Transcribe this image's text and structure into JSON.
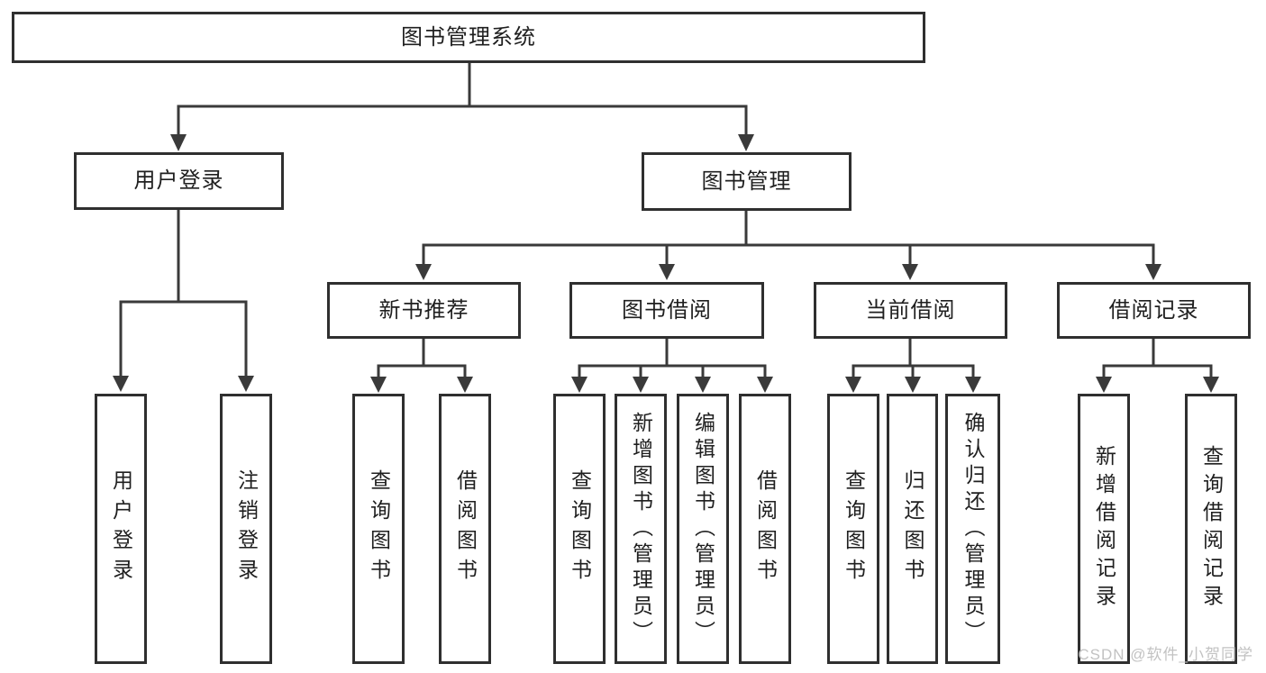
{
  "diagram_type": "tree",
  "tree": {
    "label": "图书管理系统",
    "children": [
      {
        "label": "用户登录",
        "children": [
          {
            "label": "用户登录"
          },
          {
            "label": "注销登录"
          }
        ]
      },
      {
        "label": "图书管理",
        "children": [
          {
            "label": "新书推荐",
            "children": [
              {
                "label": "查询图书"
              },
              {
                "label": "借阅图书"
              }
            ]
          },
          {
            "label": "图书借阅",
            "children": [
              {
                "label": "查询图书"
              },
              {
                "label": "新增图书（管理员）"
              },
              {
                "label": "编辑图书（管理员）"
              },
              {
                "label": "借阅图书"
              }
            ]
          },
          {
            "label": "当前借阅",
            "children": [
              {
                "label": "查询图书"
              },
              {
                "label": "归还图书"
              },
              {
                "label": "确认归还（管理员）"
              }
            ]
          },
          {
            "label": "借阅记录",
            "children": [
              {
                "label": "新增借阅记录"
              },
              {
                "label": "查询借阅记录"
              }
            ]
          }
        ]
      }
    ]
  },
  "watermark": {
    "text": "CSDN @软件_小贺同学"
  },
  "colors": {
    "background": "#ffffff",
    "box_border": "#2f2f2f",
    "connector_line": "#3a3a3a",
    "text": "#1f1f1f",
    "watermark": "#c2c2c2"
  }
}
